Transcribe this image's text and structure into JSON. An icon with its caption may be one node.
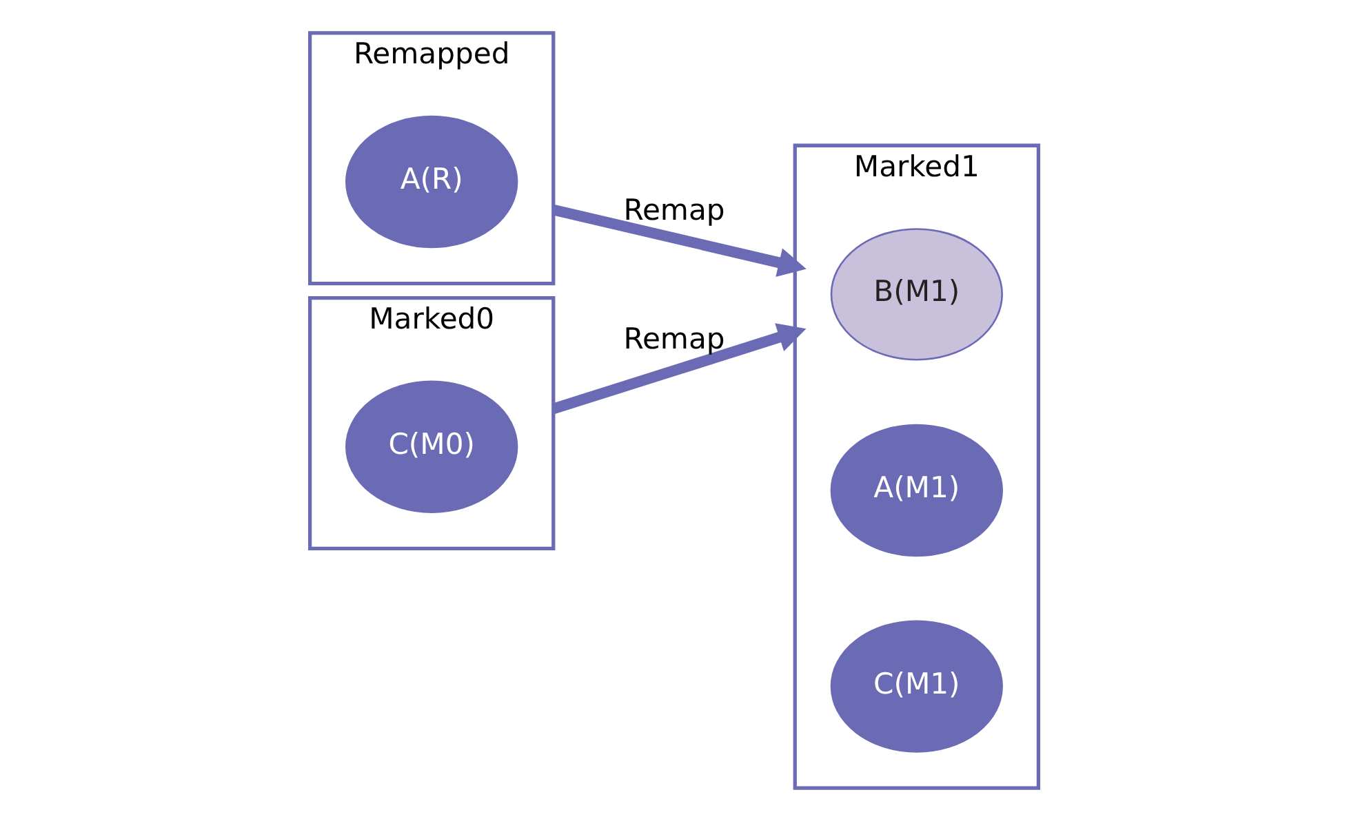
{
  "diagram": {
    "nodes": [
      {
        "text": [
          "Remapped"
        ]
      },
      {
        "text": [
          "A(R)"
        ],
        "in": 0
      },
      {
        "text": [
          "Marked1"
        ]
      },
      {
        "text": [
          "B(M1)"
        ],
        "in": 2
      },
      {
        "text": [
          "A(M1)"
        ],
        "in": 2
      },
      {
        "text": [
          "C(M1)"
        ],
        "in": 2
      },
      {
        "text": [
          "Marked0"
        ]
      },
      {
        "text": [
          "C(M0)"
        ],
        "in": 6
      }
    ],
    "edges": [
      {
        "from": 0,
        "to": 2,
        "arrow": "to",
        "label": "Remap"
      },
      {
        "from": 6,
        "to": 2,
        "arrow": "to",
        "label": "Remap"
      }
    ]
  }
}
